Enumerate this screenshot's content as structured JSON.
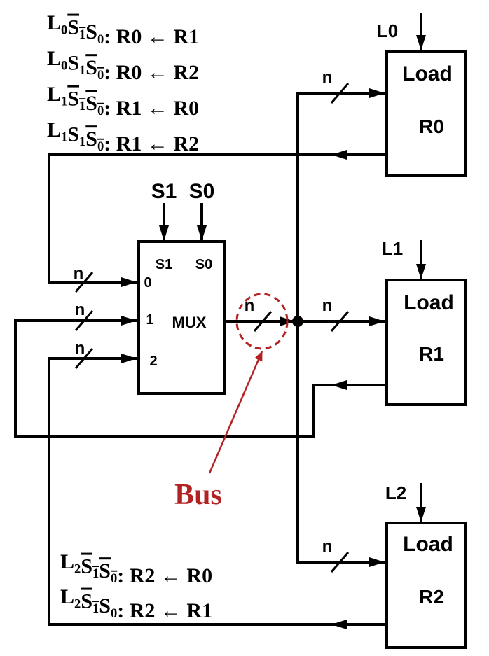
{
  "equations_top": [
    {
      "L": "L",
      "Ls": "0",
      "s1": "S",
      "s1s": "1",
      "s1bar": true,
      "s0": "S",
      "s0s": "0",
      "s0bar": false,
      "rest": ": R0 ← R1"
    },
    {
      "L": "L",
      "Ls": "0",
      "s1": "S",
      "s1s": "1",
      "s1bar": false,
      "s0": "S",
      "s0s": "0",
      "s0bar": true,
      "rest": ": R0 ← R2"
    },
    {
      "L": "L",
      "Ls": "1",
      "s1": "S",
      "s1s": "1",
      "s1bar": true,
      "s0": "S",
      "s0s": "0",
      "s0bar": true,
      "rest": ": R1 ← R0"
    },
    {
      "L": "L",
      "Ls": "1",
      "s1": "S",
      "s1s": "1",
      "s1bar": false,
      "s0": "S",
      "s0s": "0",
      "s0bar": true,
      "rest": ": R1 ← R2"
    }
  ],
  "equations_bottom": [
    {
      "L": "L",
      "Ls": "2",
      "s1": "S",
      "s1s": "1",
      "s1bar": true,
      "s0": "S",
      "s0s": "0",
      "s0bar": true,
      "rest": ": R2 ← R0"
    },
    {
      "L": "L",
      "Ls": "2",
      "s1": "S",
      "s1s": "1",
      "s1bar": true,
      "s0": "S",
      "s0s": "0",
      "s0bar": false,
      "rest": ": R2 ← R1"
    }
  ],
  "mux": {
    "title": "MUX",
    "select_labels": [
      "S1",
      "S0"
    ],
    "select_inputs": [
      "S1",
      "S0"
    ],
    "inputs": [
      "0",
      "1",
      "2"
    ]
  },
  "registers": [
    {
      "load_signal": "L0",
      "load_label": "Load",
      "name": "R0"
    },
    {
      "load_signal": "L1",
      "load_label": "Load",
      "name": "R1"
    },
    {
      "load_signal": "L2",
      "load_label": "Load",
      "name": "R2"
    }
  ],
  "bus_width_label": "n",
  "bus_label": "Bus",
  "colors": {
    "line": "#000000",
    "bus_highlight": "#b22222"
  }
}
